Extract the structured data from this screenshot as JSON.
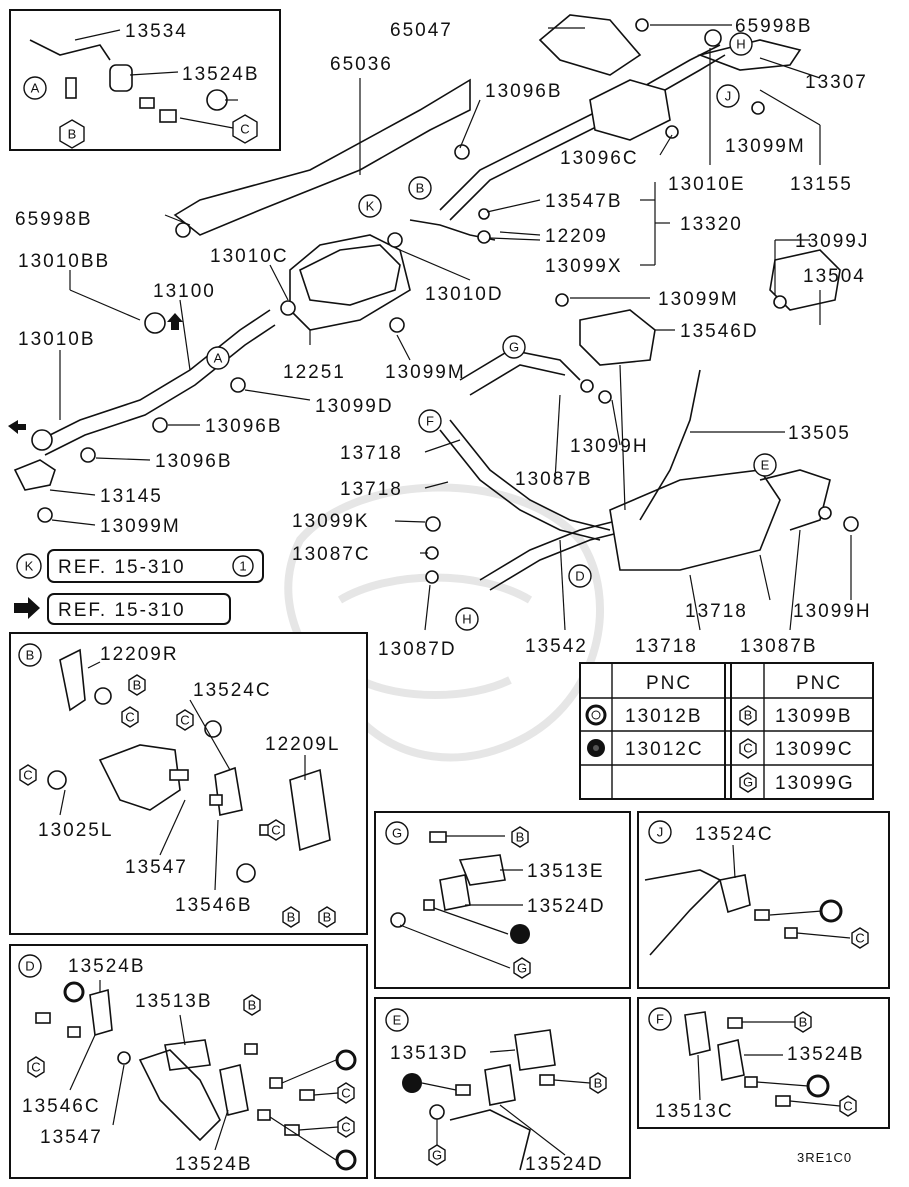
{
  "diagram_code": "3RE1C0",
  "ref_notes": {
    "k_marker": "K",
    "k_ref": "REF. 15-310",
    "k_ref_index": "1",
    "arrow_ref": "REF. 15-310"
  },
  "top_labels": {
    "p13534": "13534",
    "p13524B_a": "13524B",
    "p65047": "65047",
    "p65998B_top": "65998B",
    "p65036": "65036",
    "p13307": "13307",
    "p13096B_top": "13096B",
    "p13099M_top": "13099M",
    "p13096C": "13096C",
    "p13010E": "13010E",
    "p13155": "13155",
    "p65998B_left": "65998B",
    "p13547B": "13547B",
    "p13320": "13320",
    "p12209": "12209",
    "p13099X": "13099X",
    "p13010C": "13010C",
    "p13010D": "13010D",
    "p13010BB": "13010BB",
    "p13100": "13100",
    "p13099J": "13099J",
    "p13504": "13504",
    "p13099M_mid": "13099M",
    "p13546D": "13546D",
    "p13010B": "13010B",
    "p12251": "12251",
    "p13099M_r": "13099M",
    "p13099D": "13099D",
    "p13096B_mid": "13096B",
    "p13096B_low": "13096B",
    "p13145": "13145",
    "p13099M_low": "13099M",
    "p13718_a": "13718",
    "p13718_b": "13718",
    "p13099H": "13099H",
    "p13505": "13505",
    "p13087B_mid": "13087B",
    "p13099K": "13099K",
    "p13087C": "13087C",
    "p13087D": "13087D",
    "p13542": "13542",
    "p13718_c": "13718",
    "p13718_d": "13718",
    "p13087B_r": "13087B",
    "p13099H_r": "13099H"
  },
  "markers": {
    "A": "A",
    "B": "B",
    "C": "C",
    "D": "D",
    "E": "E",
    "F": "F",
    "G": "G",
    "H": "H",
    "J": "J",
    "K": "K"
  },
  "pnc_table": {
    "header_left": "PNC",
    "header_right": "PNC",
    "rows": [
      {
        "left_pnc": "13012B",
        "right_key": "B",
        "right_pnc": "13099B"
      },
      {
        "left_pnc": "13012C",
        "right_key": "C",
        "right_pnc": "13099C"
      },
      {
        "left_pnc": "",
        "right_key": "G",
        "right_pnc": "13099G"
      }
    ]
  },
  "detail_B": {
    "key": "B",
    "labels": [
      "12209R",
      "13524C",
      "12209L",
      "13025L",
      "13547",
      "13546B"
    ]
  },
  "detail_G": {
    "key": "G",
    "labels": [
      "13513E",
      "13524D"
    ]
  },
  "detail_J": {
    "key": "J",
    "labels": [
      "13524C"
    ]
  },
  "detail_D": {
    "key": "D",
    "labels": [
      "13524B",
      "13513B",
      "13546C",
      "13547",
      "13524B"
    ]
  },
  "detail_E": {
    "key": "E",
    "labels": [
      "13513D",
      "13524D"
    ]
  },
  "detail_F": {
    "key": "F",
    "labels": [
      "13524B",
      "13513C"
    ]
  }
}
